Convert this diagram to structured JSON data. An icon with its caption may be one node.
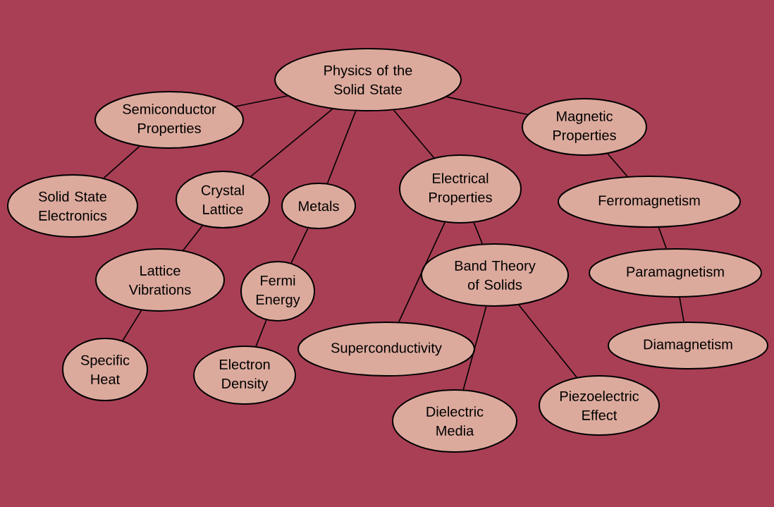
{
  "diagram": {
    "nodes": [
      {
        "text": [
          "Physics of the Solid State"
        ]
      },
      {
        "text": [
          "Semiconductor Properties"
        ]
      },
      {
        "text": [
          "Magnetic Properties"
        ]
      },
      {
        "text": [
          "Solid State Electronics"
        ]
      },
      {
        "text": [
          "Crystal Lattice"
        ]
      },
      {
        "text": [
          "Metals"
        ]
      },
      {
        "text": [
          "Electrical Properties"
        ]
      },
      {
        "text": [
          "Ferromagnetism"
        ]
      },
      {
        "text": [
          "Lattice Vibrations"
        ]
      },
      {
        "text": [
          "Fermi Energy"
        ]
      },
      {
        "text": [
          "Band Theory of Solids"
        ]
      },
      {
        "text": [
          "Paramagnetism"
        ]
      },
      {
        "text": [
          "Specific Heat"
        ]
      },
      {
        "text": [
          "Electron Density"
        ]
      },
      {
        "text": [
          "Superconductivity"
        ]
      },
      {
        "text": [
          "Diamagnetism"
        ]
      },
      {
        "text": [
          "Dielectric Media"
        ]
      },
      {
        "text": [
          "Piezoelectric Effect"
        ]
      }
    ],
    "edges": [
      {
        "from": 0,
        "to": 1,
        "arrow": "none"
      },
      {
        "from": 0,
        "to": 2,
        "arrow": "none"
      },
      {
        "from": 0,
        "to": 4,
        "arrow": "none"
      },
      {
        "from": 0,
        "to": 5,
        "arrow": "none"
      },
      {
        "from": 0,
        "to": 6,
        "arrow": "none"
      },
      {
        "from": 1,
        "to": 3,
        "arrow": "none"
      },
      {
        "from": 4,
        "to": 8,
        "arrow": "none"
      },
      {
        "from": 8,
        "to": 12,
        "arrow": "none"
      },
      {
        "from": 5,
        "to": 9,
        "arrow": "none"
      },
      {
        "from": 9,
        "to": 13,
        "arrow": "none"
      },
      {
        "from": 6,
        "to": 14,
        "arrow": "none"
      },
      {
        "from": 6,
        "to": 10,
        "arrow": "none"
      },
      {
        "from": 10,
        "to": 16,
        "arrow": "none"
      },
      {
        "from": 10,
        "to": 17,
        "arrow": "none"
      },
      {
        "from": 2,
        "to": 7,
        "arrow": "none"
      },
      {
        "from": 7,
        "to": 11,
        "arrow": "none"
      },
      {
        "from": 11,
        "to": 15,
        "arrow": "none"
      }
    ]
  }
}
